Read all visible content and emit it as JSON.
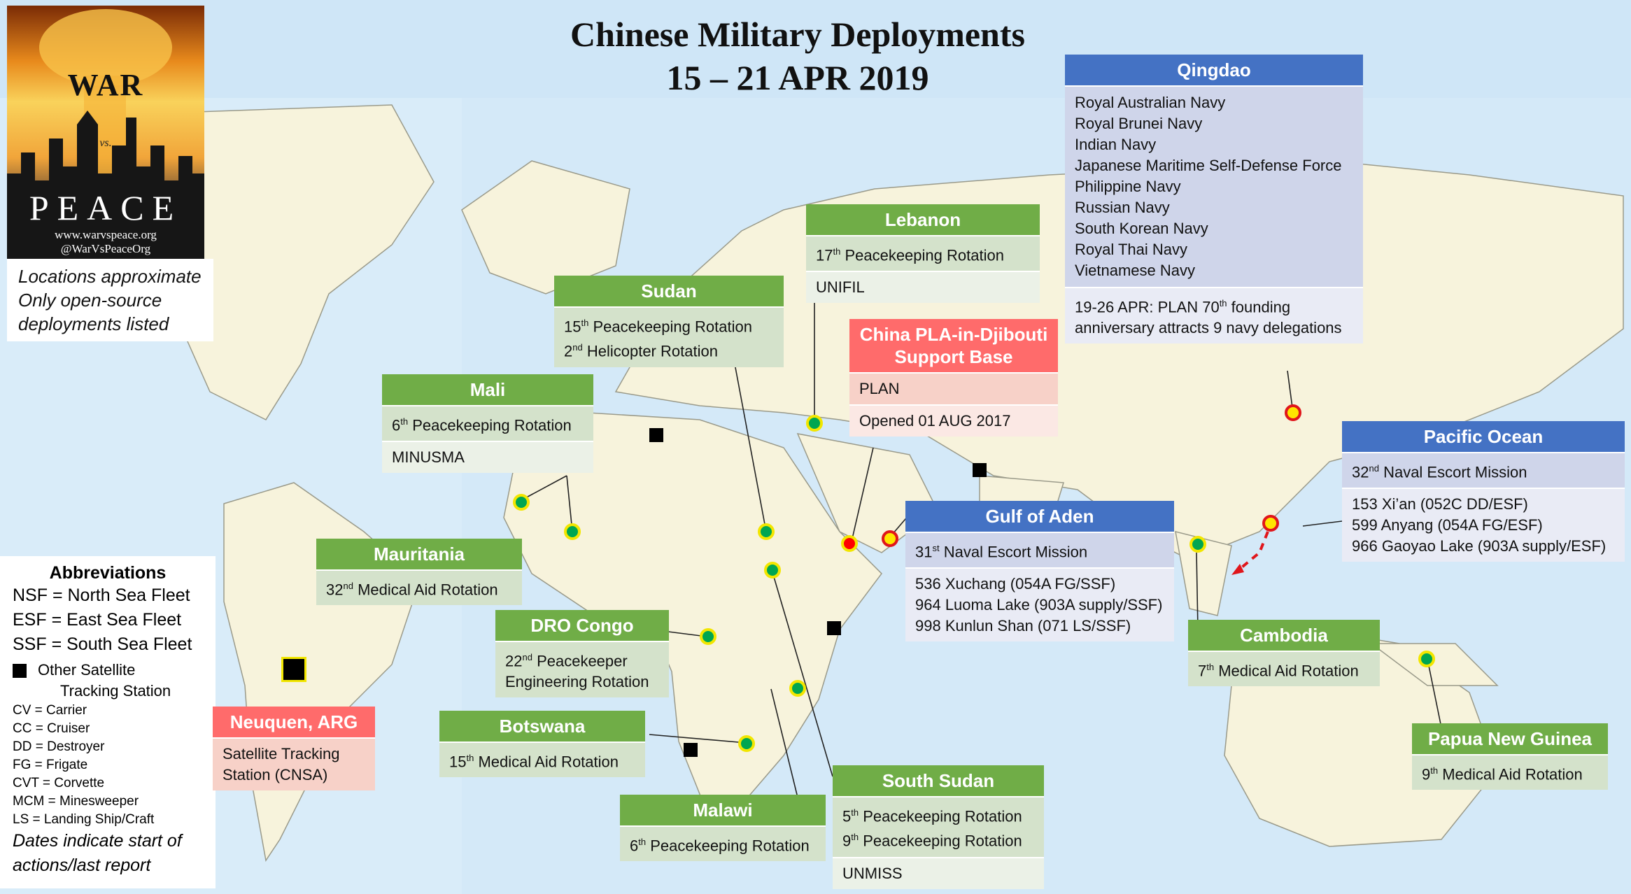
{
  "title": {
    "line1": "Chinese Military Deployments",
    "line2": "15 – 21 APR 2019"
  },
  "logo": {
    "war": "WAR",
    "vs": "vs.",
    "peace": "PEACE",
    "website": "www.warvspeace.org",
    "handle": "@WarVsPeaceOrg"
  },
  "notes": [
    "Locations approximate",
    "Only open-source",
    "deployments listed"
  ],
  "abbreviations": {
    "heading": "Abbreviations",
    "fleets": [
      "NSF = North Sea Fleet",
      "ESF = East Sea Fleet",
      "SSF = South Sea Fleet"
    ],
    "station_line1": "Other Satellite",
    "station_line2": "Tracking Station",
    "ships": [
      "CV = Carrier",
      "CC = Cruiser",
      "DD = Destroyer",
      "FG = Frigate",
      "CVT = Corvette",
      "MCM = Minesweeper",
      "LS = Landing Ship/Craft"
    ],
    "dates_line1": "Dates indicate start of",
    "dates_line2": "actions/last report"
  },
  "boxes": {
    "qingdao": {
      "header": "Qingdao",
      "navies": [
        "Royal Australian Navy",
        "Royal Brunei Navy",
        "Indian Navy",
        "Japanese Maritime Self-Defense Force",
        "Philippine Navy",
        "Russian Navy",
        "South Korean Navy",
        "Royal Thai Navy",
        "Vietnamese Navy"
      ],
      "note_a": "19-26 APR: PLAN 70",
      "note_sup": "th",
      "note_b": " founding",
      "note_line2": "anniversary attracts 9 navy delegations"
    },
    "lebanon": {
      "header": "Lebanon",
      "n": "17",
      "sup": "th",
      "rot": " Peacekeeping Rotation",
      "mission": "UNIFIL"
    },
    "sudan": {
      "header": "Sudan",
      "n1": "15",
      "sup1": "th",
      "rot1": " Peacekeeping Rotation",
      "n2": "2",
      "sup2": "nd",
      "rot2": " Helicopter Rotation"
    },
    "djibouti": {
      "header1": "China PLA-in-Djibouti",
      "header2": "Support Base",
      "row1": "PLAN",
      "row2": "Opened 01 AUG 2017"
    },
    "mali": {
      "header": "Mali",
      "n": "6",
      "sup": "th",
      "rot": " Peacekeeping Rotation",
      "mission": "MINUSMA"
    },
    "pacific": {
      "header": "Pacific Ocean",
      "n": "32",
      "sup": "nd",
      "rot": " Naval Escort Mission",
      "ships": [
        "153 Xi’an (052C DD/ESF)",
        "599 Anyang (054A FG/ESF)",
        "966 Gaoyao Lake (903A supply/ESF)"
      ]
    },
    "aden": {
      "header": "Gulf of Aden",
      "n": "31",
      "sup": "st",
      "rot": " Naval Escort Mission",
      "ships": [
        "536 Xuchang (054A FG/SSF)",
        "964 Luoma Lake (903A supply/SSF)",
        "998 Kunlun Shan (071 LS/SSF)"
      ]
    },
    "mauritania": {
      "header": "Mauritania",
      "n": "32",
      "sup": "nd",
      "rot": " Medical Aid Rotation"
    },
    "drc": {
      "header": "DRO Congo",
      "n": "22",
      "sup": "nd",
      "rot": " Peacekeeper",
      "line2": "Engineering Rotation"
    },
    "cambodia": {
      "header": "Cambodia",
      "n": "7",
      "sup": "th",
      "rot": " Medical Aid Rotation"
    },
    "neuquen": {
      "header": "Neuquen, ARG",
      "line1": "Satellite Tracking",
      "line2": "Station (CNSA)"
    },
    "botswana": {
      "header": "Botswana",
      "n": "15",
      "sup": "th",
      "rot": " Medical Aid Rotation"
    },
    "png": {
      "header": "Papua New Guinea",
      "n": "9",
      "sup": "th",
      "rot": " Medical Aid Rotation"
    },
    "southsudan": {
      "header": "South Sudan",
      "n1": "5",
      "sup1": "th",
      "rot1": " Peacekeeping Rotation",
      "n2": "9",
      "sup2": "th",
      "rot2": " Peacekeeping Rotation",
      "mission": "UNMISS"
    },
    "malawi": {
      "header": "Malawi",
      "n": "6",
      "sup": "th",
      "rot": " Peacekeeping Rotation"
    }
  },
  "colors": {
    "ocean": "#cfe6f7",
    "land": "#f7f3dc",
    "green": "#70ad47",
    "blue": "#4472c4",
    "red": "#ff6b6b"
  }
}
